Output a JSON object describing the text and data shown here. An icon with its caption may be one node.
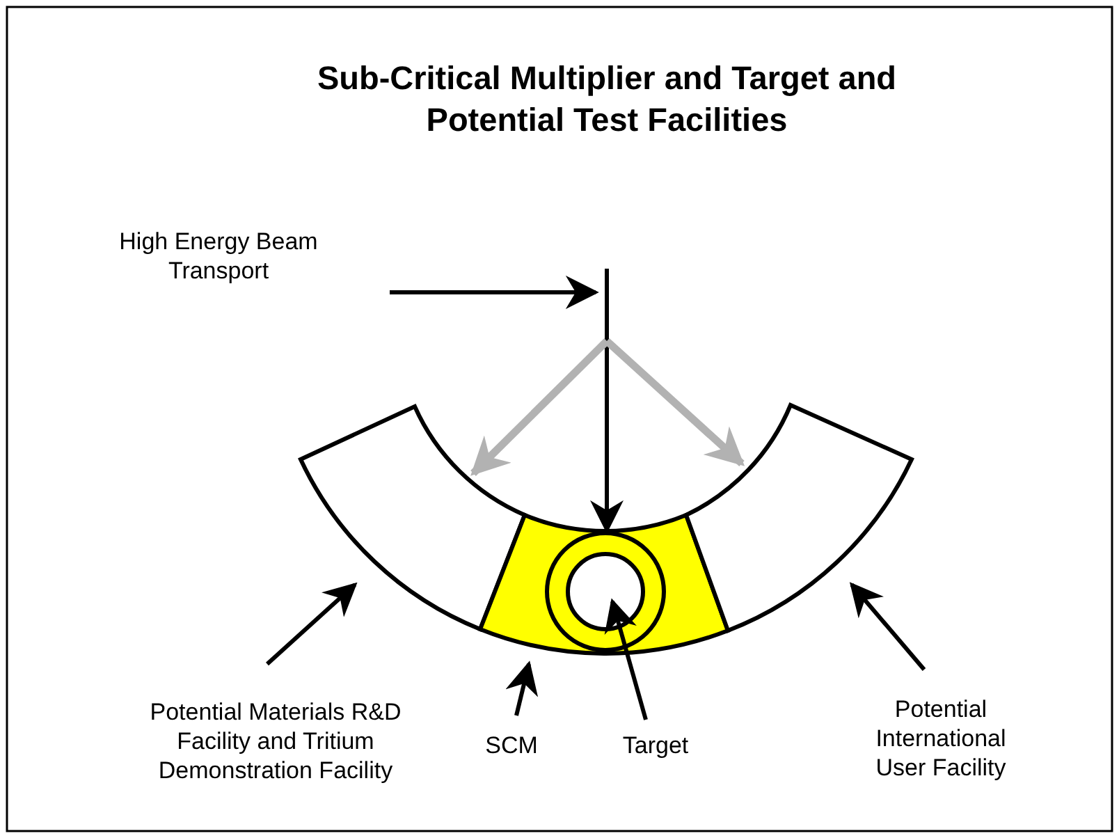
{
  "diagram": {
    "title": "Sub-Critical Multiplier and Target and Potential Test Facilities",
    "nodes": [
      {
        "text": [
          "High Energy Beam Transport"
        ]
      },
      {
        "text": [],
        "shape": "box"
      },
      {
        "text": [],
        "shape": "box"
      },
      {
        "text": [],
        "shape": "box"
      },
      {
        "text": [],
        "shape": "circle",
        "in": 2
      },
      {
        "text": [
          "Potential Materials R&D Facility and Tritium Demonstration Facility"
        ]
      },
      {
        "text": [
          "SCM"
        ]
      },
      {
        "text": [
          "Target"
        ]
      },
      {
        "text": [
          "Potential International User Facility"
        ]
      }
    ],
    "edges": [
      {
        "from": 0,
        "to": null,
        "arrow": "to"
      },
      {
        "from": null,
        "to": 4,
        "arrow": "to"
      },
      {
        "from": null,
        "to": 1,
        "arrow": "to",
        "style": "thick",
        "color": "#b2b2b2"
      },
      {
        "from": null,
        "to": 3,
        "arrow": "to",
        "style": "thick",
        "color": "#b2b2b2"
      },
      {
        "from": 5,
        "to": 1,
        "arrow": "to"
      },
      {
        "from": 6,
        "to": 2,
        "arrow": "to"
      },
      {
        "from": 7,
        "to": 4,
        "arrow": "to"
      },
      {
        "from": 8,
        "to": 3,
        "arrow": "to"
      }
    ]
  }
}
